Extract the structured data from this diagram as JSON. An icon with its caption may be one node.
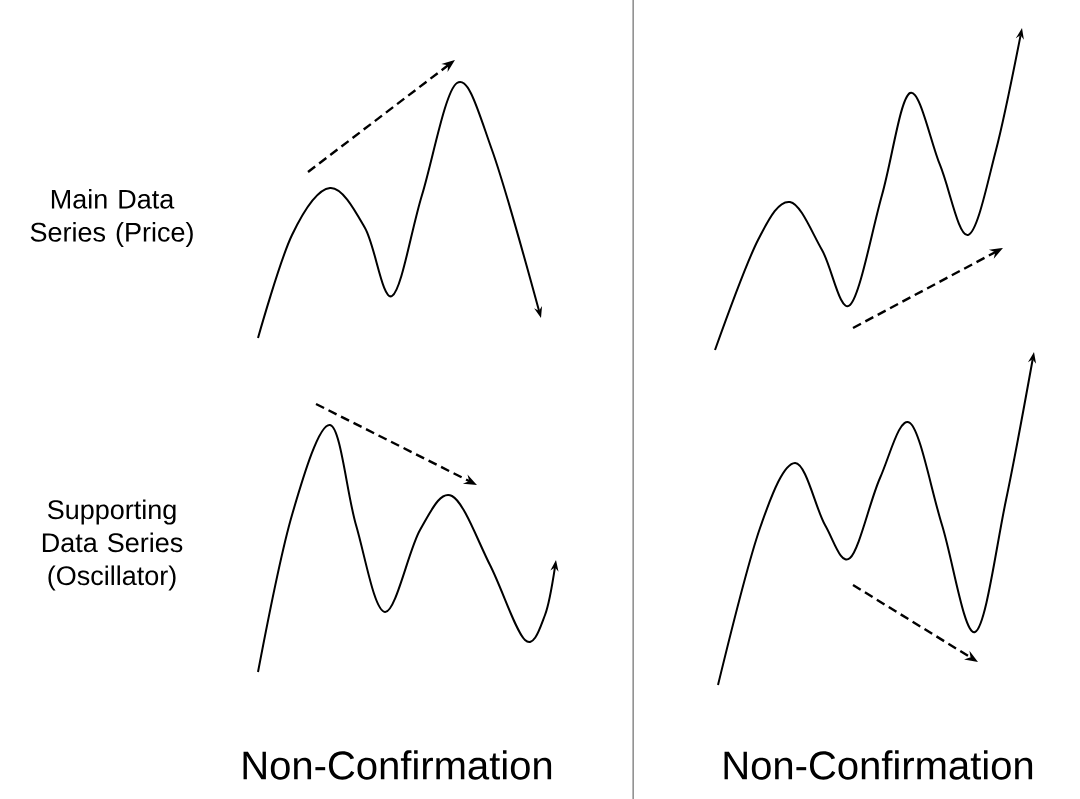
{
  "diagram": {
    "labels": [
      "Main Data Series (Price)",
      "Supporting Data Series (Oscillator)",
      "Non-Confirmation",
      "Non-Confirmation"
    ]
  }
}
